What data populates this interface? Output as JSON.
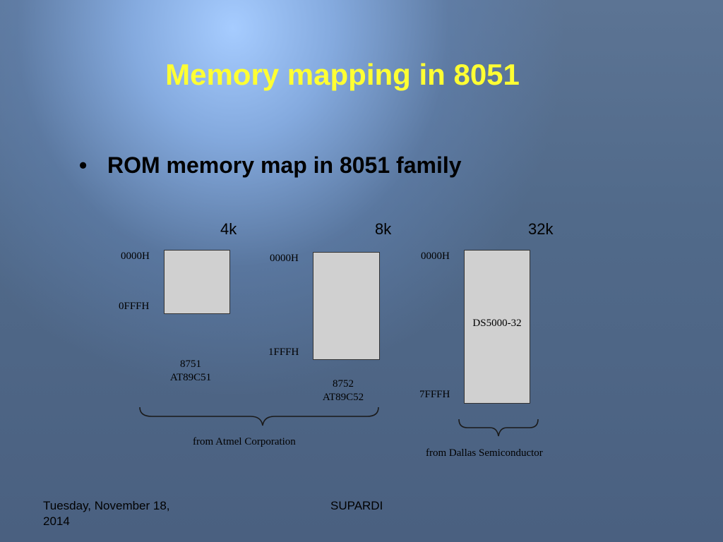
{
  "slide": {
    "title": "Memory mapping in 8051",
    "bullet_symbol": "•",
    "bullet": "ROM memory map in 8051 family"
  },
  "diagram": {
    "sizes": [
      "4k",
      "8k",
      "32k"
    ],
    "chip_4k": {
      "start_addr": "0000H",
      "end_addr": "0FFFH",
      "names": [
        "8751",
        "AT89C51"
      ]
    },
    "chip_8k": {
      "start_addr": "0000H",
      "end_addr": "1FFFH",
      "names": [
        "8752",
        "AT89C52"
      ]
    },
    "chip_32k": {
      "start_addr": "0000H",
      "end_addr": "7FFFH",
      "name": "DS5000-32"
    },
    "groups": {
      "atmel": "from Atmel Corporation",
      "dallas": "from Dallas Semiconductor"
    }
  },
  "footer": {
    "date_line1": "Tuesday, November 18,",
    "date_line2": "2014",
    "author": "SUPARDI"
  }
}
